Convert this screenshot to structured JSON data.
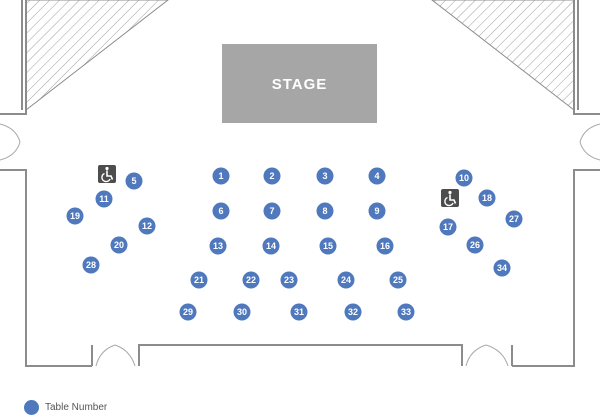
{
  "stage": {
    "label": "STAGE"
  },
  "colors": {
    "table": "#4f78bd",
    "stage": "#a6a6a6",
    "wall": "#8c8c8c",
    "accessible": "#4d4d4d"
  },
  "tables": [
    "1",
    "2",
    "3",
    "4",
    "5",
    "6",
    "7",
    "8",
    "9",
    "10",
    "11",
    "12",
    "13",
    "14",
    "15",
    "16",
    "17",
    "18",
    "19",
    "20",
    "21",
    "22",
    "23",
    "24",
    "25",
    "26",
    "27",
    "28",
    "29",
    "30",
    "31",
    "32",
    "33",
    "34"
  ],
  "accessible_icons": [
    "wheelchair-icon",
    "wheelchair-icon"
  ],
  "legend": {
    "label": "Table Number"
  }
}
